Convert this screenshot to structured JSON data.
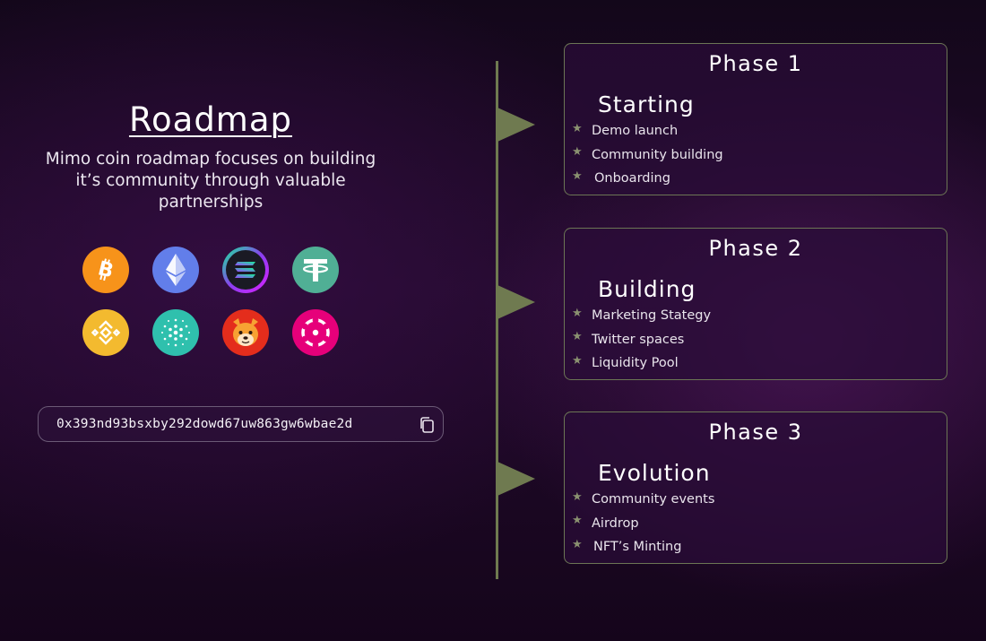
{
  "roadmap": {
    "title": "Roadmap",
    "description": "Mimo coin roadmap focuses on building it’s community through valuable partnerships"
  },
  "coins": [
    {
      "icon": "bitcoin-icon",
      "color": "#f7931a"
    },
    {
      "icon": "ethereum-icon",
      "color": "#627eea"
    },
    {
      "icon": "solana-icon",
      "color": "#2b2b3d"
    },
    {
      "icon": "tether-icon",
      "color": "#50af95"
    },
    {
      "icon": "binance-icon",
      "color": "#f3ba2f"
    },
    {
      "icon": "cardano-icon",
      "color": "#30c3b0"
    },
    {
      "icon": "shiba-inu-icon",
      "color": "#e42d1c"
    },
    {
      "icon": "polkadot-icon",
      "color": "#e6007a"
    }
  ],
  "contract": {
    "address": "0x393nd93bsxby292dowd67uw863gw6wbae2d",
    "copy_icon": "copy-icon"
  },
  "colors": {
    "timeline": "#6f7a50",
    "card_border": "#6c7655",
    "card_background": "#2a0c38"
  },
  "phases": [
    {
      "title": "Phase 1",
      "stage": "Starting",
      "items": [
        "Demo launch",
        "Community building",
        "Onboarding"
      ]
    },
    {
      "title": "Phase 2",
      "stage": "Building",
      "items": [
        "Marketing Stategy",
        "Twitter spaces",
        "Liquidity Pool"
      ]
    },
    {
      "title": "Phase 3",
      "stage": "Evolution",
      "items": [
        "Community events",
        "Airdrop",
        "NFT’s Minting"
      ]
    }
  ]
}
